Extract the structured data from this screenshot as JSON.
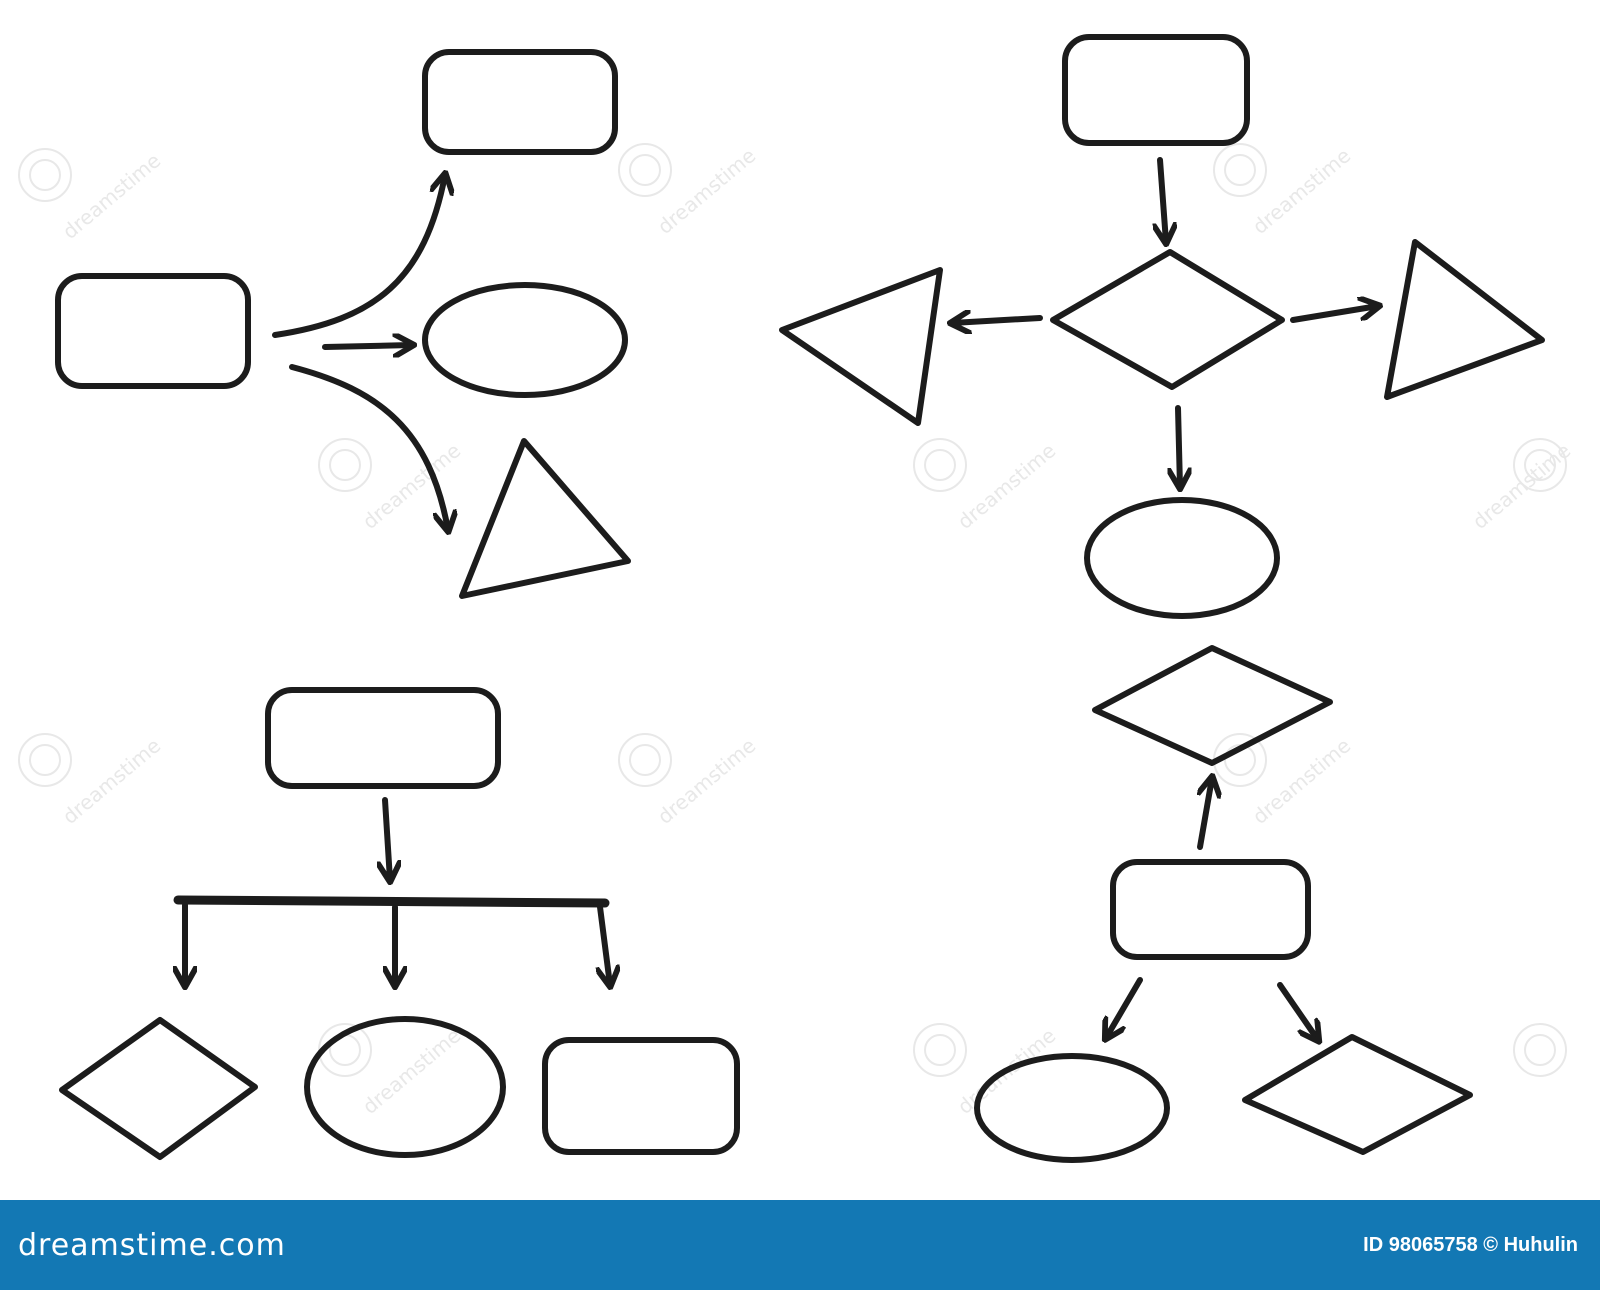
{
  "footer": {
    "brand": "dreamstime.com",
    "credit": "ID 98065758 © Huhulin",
    "background": "#1378b4",
    "text_color": "#ffffff"
  },
  "watermark": {
    "text": "dreamstime",
    "color": "#e8e8e8"
  },
  "diagram": {
    "stroke_color": "#1c1c1c",
    "background": "#ffffff",
    "panels": [
      {
        "name": "fan-out-flowchart",
        "shapes": [
          "rounded-rectangle",
          "rounded-rectangle",
          "ellipse",
          "triangle"
        ]
      },
      {
        "name": "decision-flowchart",
        "shapes": [
          "rounded-rectangle",
          "diamond",
          "triangle",
          "triangle",
          "ellipse"
        ]
      },
      {
        "name": "branching-hierarchy",
        "shapes": [
          "rounded-rectangle",
          "diamond",
          "ellipse",
          "rounded-rectangle"
        ]
      },
      {
        "name": "upward-downward-flowchart",
        "shapes": [
          "diamond",
          "rounded-rectangle",
          "ellipse",
          "diamond"
        ]
      }
    ]
  }
}
